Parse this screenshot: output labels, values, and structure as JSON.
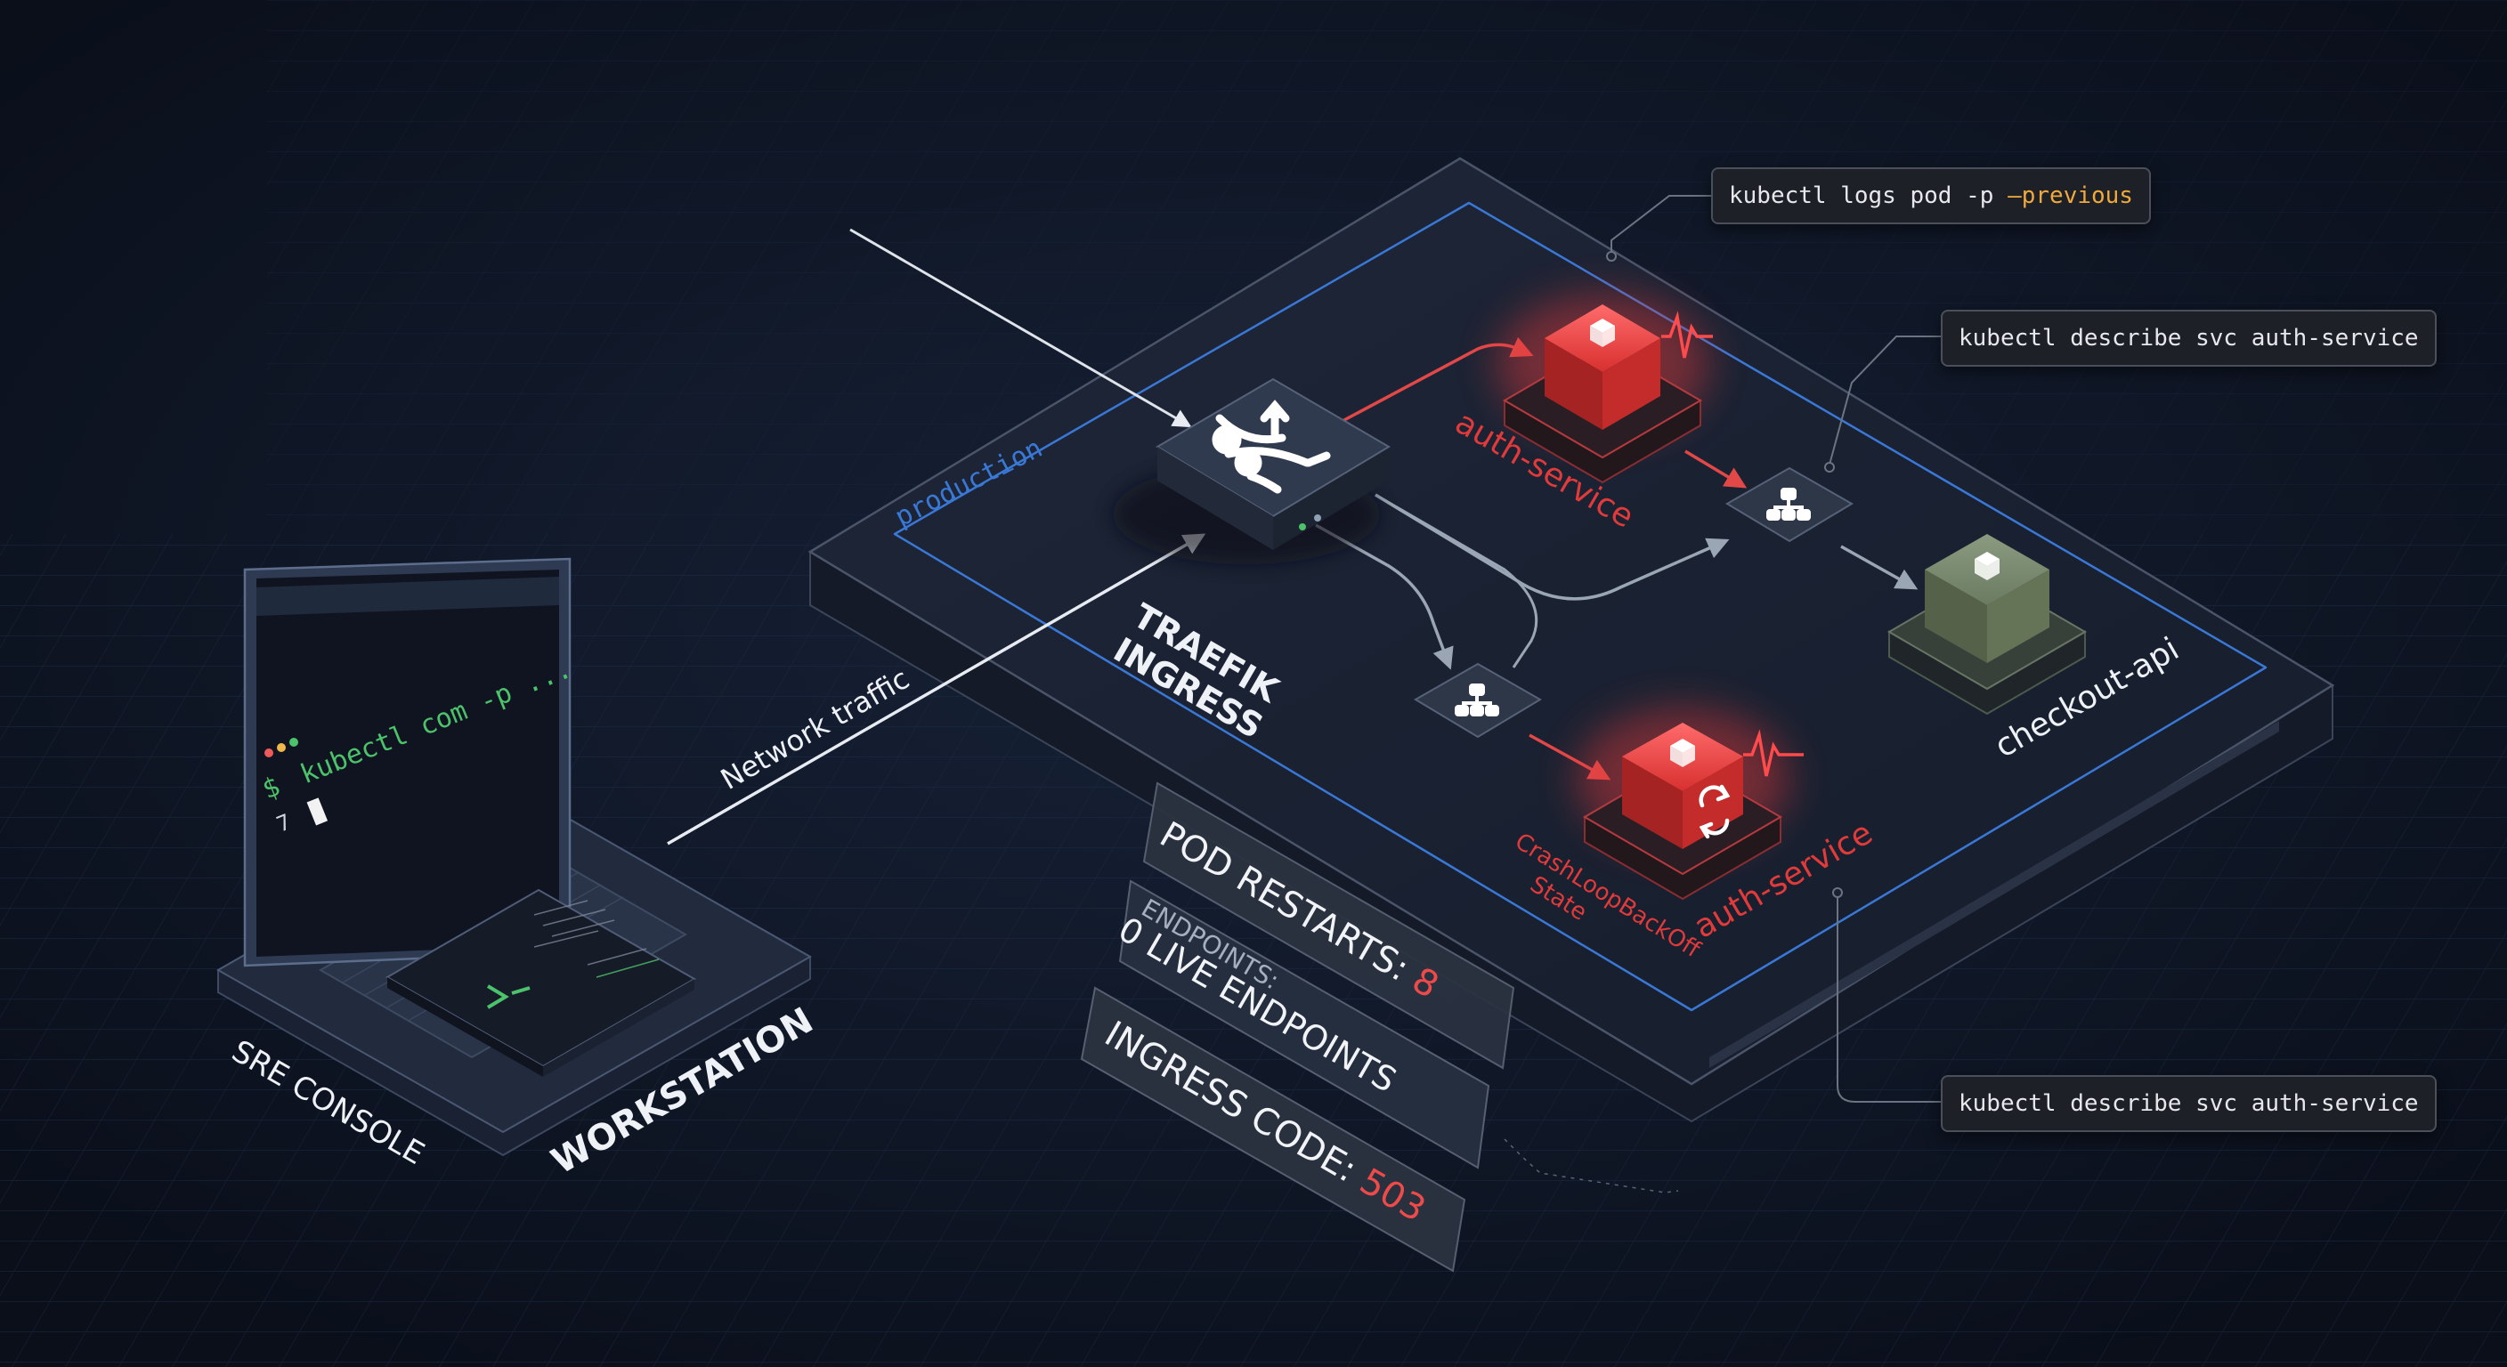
{
  "namespace": {
    "label": "production"
  },
  "ingress": {
    "line1": "TRAEFIK",
    "line2": "INGRESS",
    "icon": "router-icon"
  },
  "services": {
    "auth_top": {
      "label": "auth-service",
      "status": "failing",
      "color": "#e03a3a"
    },
    "auth_bottom": {
      "label": "auth-service",
      "status_line1": "CrashLoopBackOff",
      "status_line2": "State",
      "color": "#e03a3a"
    },
    "checkout": {
      "label": "checkout-api",
      "color": "#5e6e55"
    }
  },
  "workstation": {
    "label": "WORKSTATION",
    "console_label": "SRE CONSOLE",
    "terminal_prompt": "$",
    "terminal_cmd": "kubectl com -p ...",
    "terminal_line2": "7",
    "link_label": "Network traffic"
  },
  "callouts": {
    "logs": {
      "prefix": "kubectl logs pod -p ",
      "highlight": "—previous"
    },
    "describe_top": "kubectl describe svc auth-service",
    "describe_bottom": "kubectl describe svc auth-service"
  },
  "status_cards": {
    "restarts": {
      "label": "POD RESTARTS: ",
      "value": "8"
    },
    "endpoints": {
      "small": "ENDPOINTS:",
      "label": "0 LIVE ENDPOINTS"
    },
    "ingress_code": {
      "label": "INGRESS CODE: ",
      "value": "503"
    }
  },
  "colors": {
    "background": "#0c1220",
    "accent_blue": "#3a78d6",
    "error_red": "#e03a3a",
    "healthy_green": "#5e6e55",
    "terminal_green": "#4cc36a",
    "highlight_orange": "#f0a93b"
  }
}
